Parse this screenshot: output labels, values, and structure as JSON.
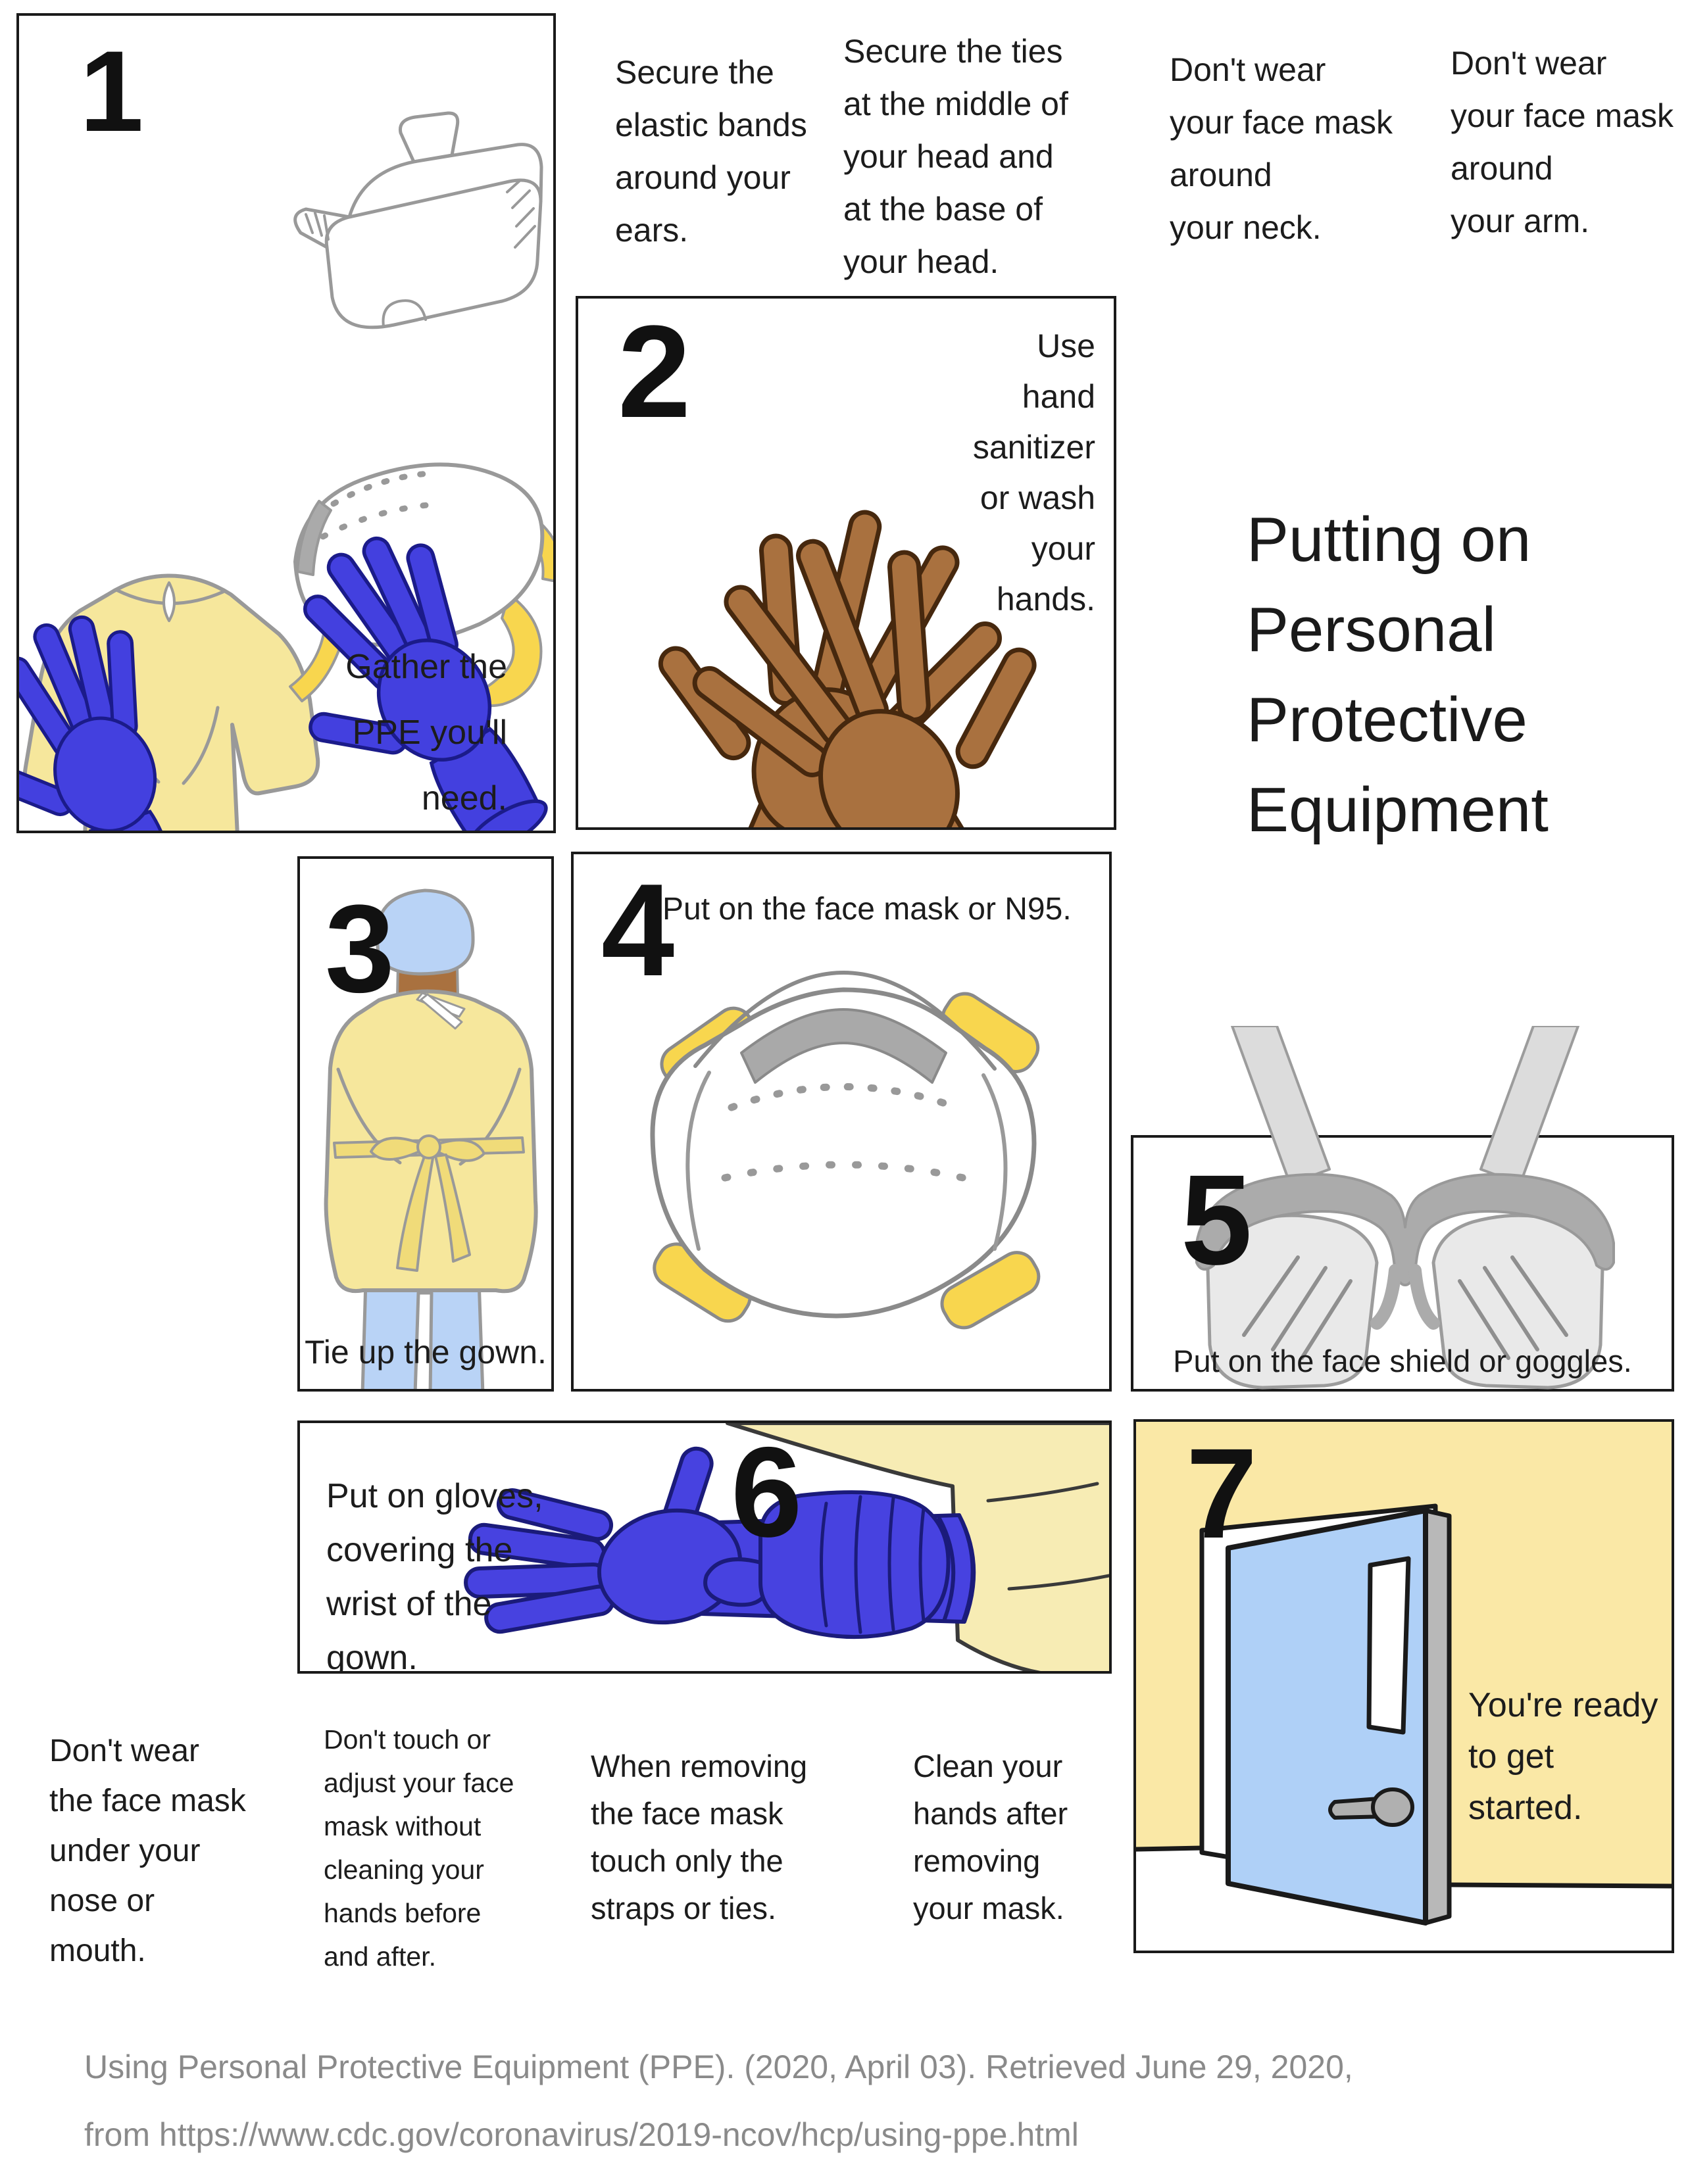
{
  "poster": {
    "title": "Putting on\nPersonal\nProtective\nEquipment",
    "steps": [
      {
        "number": "1",
        "caption": "Gather the\nPPE you'll\nneed."
      },
      {
        "number": "2",
        "caption": "Use\nhand\nsanitizer\nor wash\nyour\nhands."
      },
      {
        "number": "3",
        "caption": "Tie up the gown."
      },
      {
        "number": "4",
        "caption": "Put on the face mask or N95."
      },
      {
        "number": "5",
        "caption": "Put on the face shield or goggles."
      },
      {
        "number": "6",
        "caption": "Put on gloves,\ncovering the\nwrist of the\ngown."
      },
      {
        "number": "7",
        "caption": "You're ready\nto get started."
      }
    ],
    "top_tips": [
      "Secure the\nelastic bands\naround your\nears.",
      "Secure the ties\nat the middle of\nyour head and\nat the base of\nyour head.",
      "Don't wear\nyour face mask\naround\nyour neck.",
      "Don't wear\nyour face mask\naround\nyour arm."
    ],
    "bottom_tips": [
      "Don't wear\nthe face mask\nunder your\nnose or\nmouth.",
      "Don't touch or\nadjust your face\nmask without\ncleaning your\nhands before\nand after.",
      "When removing\nthe face mask\ntouch only the\nstraps or ties.",
      "Clean your\nhands after\nremoving\nyour mask."
    ],
    "footer_citation": "Using Personal Protective Equipment (PPE).  (2020, April 03). Retrieved June 29, 2020,\nfrom https://www.cdc.gov/coronavirus/2019-ncov/hcp/using-ppe.html",
    "colors": {
      "gown_yellow": "#F6E79C",
      "pale_gown_yellow": "#F7ECB4",
      "glove_blue": "#4340DF",
      "deep_glove_blue": "#3434D6",
      "skin_brown": "#A9713F",
      "light_blue": "#B9D3F6",
      "door_blue": "#AFD0F7",
      "strap_yellow": "#F8D64E",
      "room_yellow": "#FAE8A6",
      "frame_gray": "#ABABAB",
      "outline_gray": "#999999",
      "footer_gray": "#8A8A8A"
    }
  }
}
